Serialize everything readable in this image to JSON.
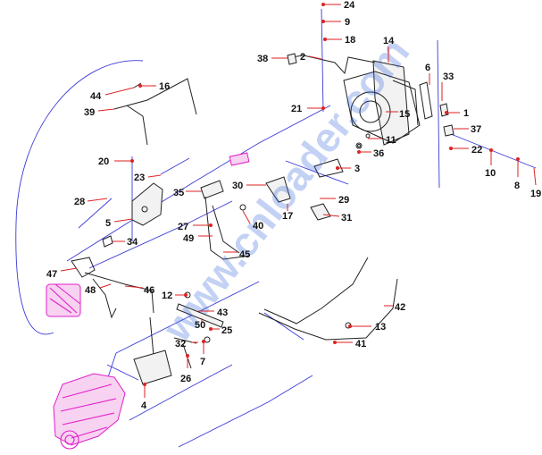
{
  "watermark": "www.cnloader.com",
  "colors": {
    "leader": "#dd2222",
    "assembly_line": "#3a3ad6",
    "highlight": "#e020c8",
    "watermark": "#2a60d8"
  },
  "callouts": [
    "1",
    "2",
    "3",
    "4",
    "5",
    "6",
    "7",
    "8",
    "9",
    "10",
    "11",
    "12",
    "13",
    "14",
    "15",
    "16",
    "17",
    "18",
    "19",
    "20",
    "21",
    "22",
    "23",
    "24",
    "25",
    "26",
    "27",
    "28",
    "29",
    "30",
    "31",
    "32",
    "33",
    "34",
    "35",
    "36",
    "37",
    "38",
    "39",
    "40",
    "41",
    "42",
    "43",
    "44",
    "45",
    "46",
    "47",
    "48",
    "49",
    "50"
  ]
}
